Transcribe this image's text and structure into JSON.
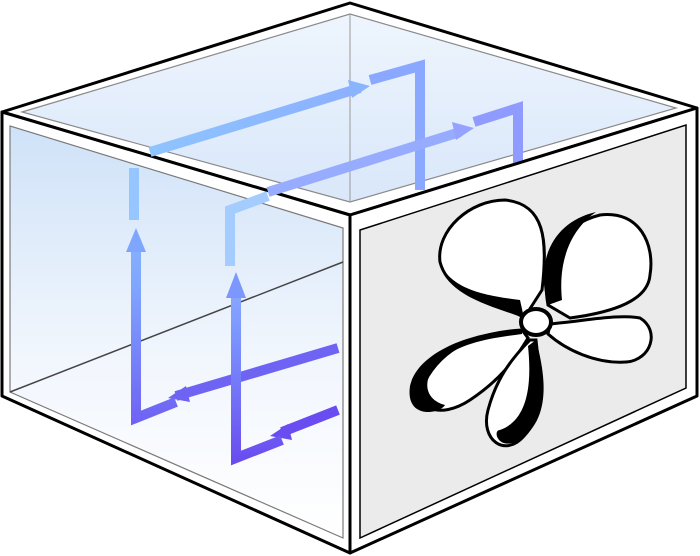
{
  "diagram": {
    "kind": "ventilated-enclosure-airflow",
    "components": [
      "box-enclosure",
      "fan",
      "airflow-arrows"
    ],
    "colors": {
      "frame": "#000000",
      "glass-top": "#e8f1fb",
      "glass-front": "#eaf2fc",
      "panel": "#ebebeb",
      "arrow-start": "#8ec4ff",
      "arrow-end": "#6b4cf0",
      "fan-blade": "#ffffff",
      "fan-outline": "#000000"
    },
    "icon_names": {
      "fan": "fan-icon",
      "arrow": "airflow-arrow-icon"
    }
  }
}
